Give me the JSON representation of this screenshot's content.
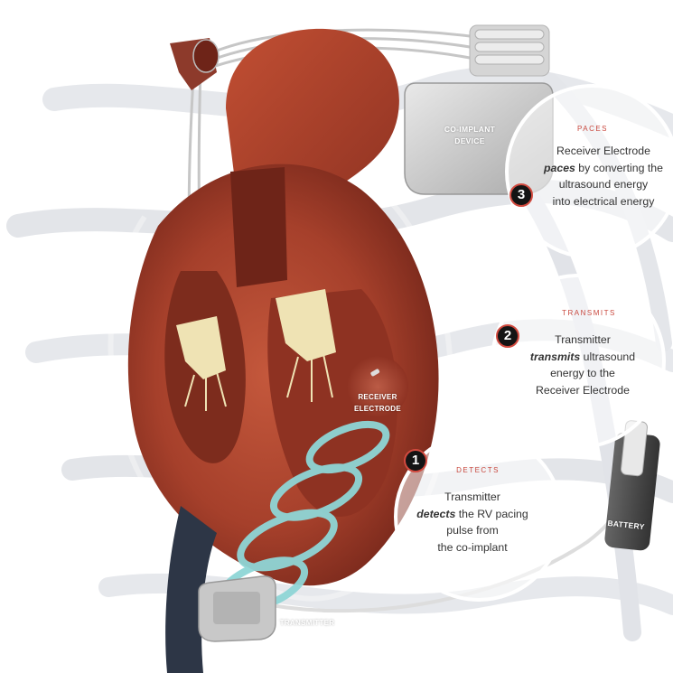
{
  "device_labels": {
    "co_implant_line1": "CO-IMPLANT",
    "co_implant_line2": "DEVICE",
    "receiver_line1": "RECEIVER",
    "receiver_line2": "ELECTRODE",
    "battery": "BATTERY",
    "transmitter": "TRANSMITTER"
  },
  "steps": [
    {
      "number": "1",
      "heading": "DETECTS",
      "line1": "Transmitter",
      "emphasis": "detects",
      "line2_rest": " the RV pacing",
      "line3": "pulse from",
      "line4": "the co-implant"
    },
    {
      "number": "2",
      "heading": "TRANSMITS",
      "line1": "Transmitter",
      "emphasis": "transmits",
      "line2_rest": " ultrasound",
      "line3": "energy to the",
      "line4": "Receiver Electrode"
    },
    {
      "number": "3",
      "heading": "PACES",
      "line1": "Receiver Electrode",
      "emphasis": "paces",
      "line2_rest": " by converting the",
      "line3": "ultrasound energy",
      "line4": "into electrical energy"
    }
  ],
  "colors": {
    "heart": "#a8422c",
    "heart_dark": "#6e2418",
    "valve": "#efe3b4",
    "ultrasound_rings": "#8fd6d6",
    "badge_border": "#d24a3f",
    "step_heading": "#c9483e"
  }
}
